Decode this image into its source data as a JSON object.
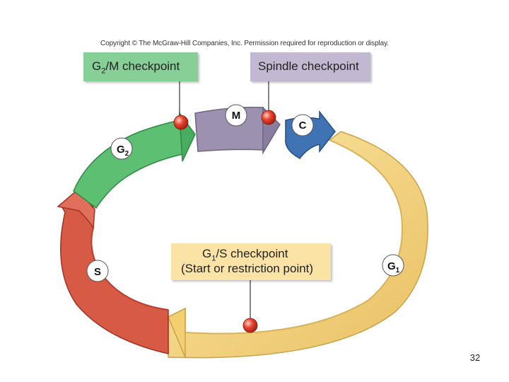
{
  "copyright": "Copyright © The McGraw-Hill Companies, Inc. Permission required for reproduction or display.",
  "checkpoints": {
    "g2m": {
      "label_main": "G",
      "label_sub": "2",
      "label_rest": "/M checkpoint"
    },
    "spindle": {
      "label": "Spindle checkpoint"
    },
    "g1s": {
      "line1_main": "G",
      "line1_sub": "1",
      "line1_rest": "/S checkpoint",
      "line2": "(Start or restriction point)"
    }
  },
  "phases": {
    "g1": {
      "main": "G",
      "sub": "1"
    },
    "s": {
      "main": "S"
    },
    "g2": {
      "main": "G",
      "sub": "2"
    },
    "m": {
      "main": "M"
    },
    "c": {
      "main": "C"
    }
  },
  "colors": {
    "g1": "#f5d57c",
    "s": "#d9553f",
    "g2": "#5cbf72",
    "m": "#9d91b0",
    "c": "#3f73b3",
    "checkpoint_dot": "#e03a2a"
  },
  "page_number": "32"
}
